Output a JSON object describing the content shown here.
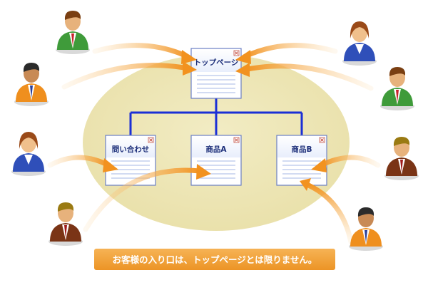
{
  "pages": {
    "top": "トップページ",
    "contact": "問い合わせ",
    "product_a": "商品A",
    "product_b": "商品B"
  },
  "caption": "お客様の入り口は、トップページとは限りません。",
  "colors": {
    "oval": "#eee7b8",
    "connector": "#1a2fd6",
    "arrow": "#f39a2e",
    "window_border": "#6a7fc4",
    "window_title": "#1d2f7a",
    "caption_bg": "#f0a43a",
    "caption_text": "#ffffff"
  },
  "icons": [
    "window-close-icon",
    "person-icon"
  ]
}
